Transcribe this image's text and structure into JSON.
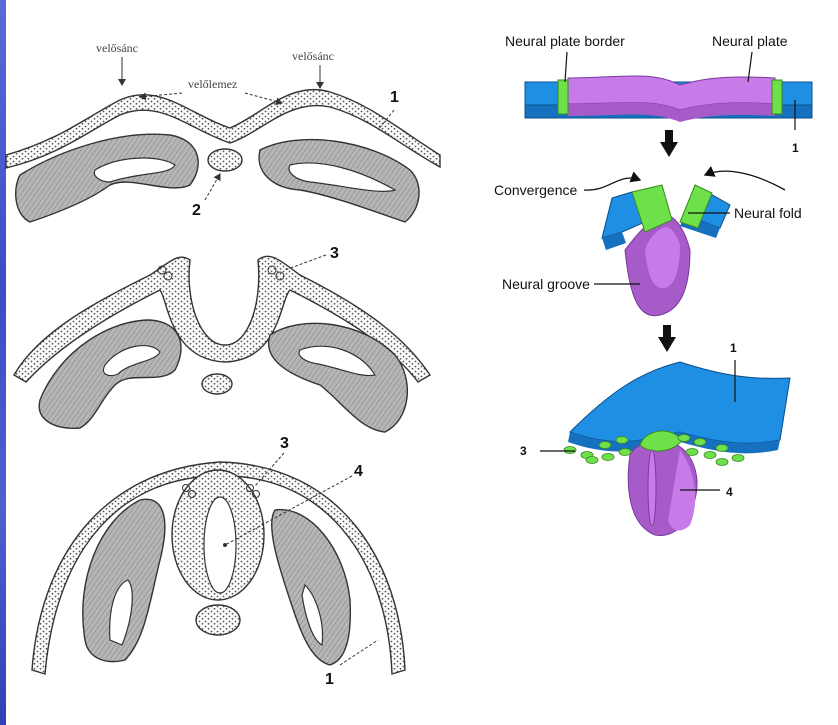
{
  "left_panel": {
    "top_section": {
      "label_velosanc_left": "velősánc",
      "label_velosanc_right": "velősánc",
      "label_velolemez": "velőlemez",
      "marker_1": "1",
      "marker_2": "2"
    },
    "middle_section": {
      "marker_3": "3"
    },
    "bottom_section": {
      "marker_3": "3",
      "marker_4": "4",
      "marker_1": "1"
    }
  },
  "right_panel": {
    "stage1": {
      "label_border": "Neural plate border",
      "label_plate": "Neural plate",
      "marker_1": "1"
    },
    "stage2": {
      "label_convergence": "Convergence",
      "label_fold": "Neural fold",
      "label_groove": "Neural groove"
    },
    "stage3": {
      "marker_1": "1",
      "marker_3": "3",
      "marker_4": "4"
    }
  },
  "colors": {
    "ectoderm_blue": "#1f8fe3",
    "neural_purple": "#c77ae8",
    "tube_purple": "#a65bc8",
    "crest_green": "#6ee04a",
    "somite_gray": "#b4b4b4",
    "page_edge": "#4a5ad0"
  }
}
